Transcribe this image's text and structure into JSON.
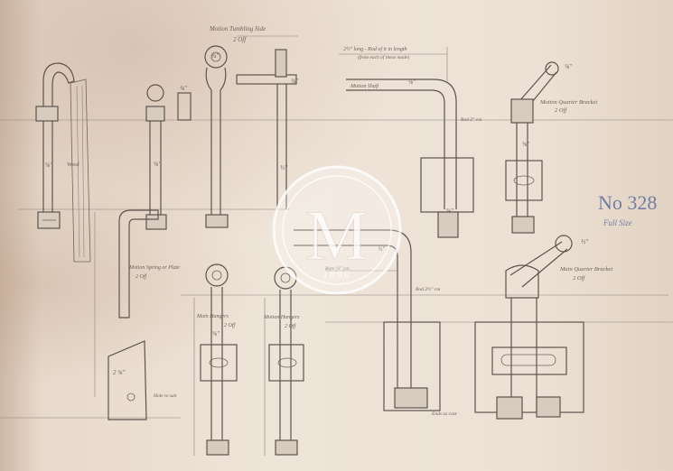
{
  "drawing": {
    "number": "No 328",
    "scale": "Full Size",
    "labels": {
      "tumbling_side": "Motion Tumbling Side",
      "tumbling_side_count": "2 Off",
      "lg_pm": "2½\" long - Rod of it in length",
      "lg_pm_sub": "(from each of these made)",
      "motion_shaft": "Motion Shaft",
      "motion_quarter_bracket": "Motion Quarter Bracket",
      "motion_quarter_bracket_count": "2 Off",
      "wood": "Wood",
      "motion_spring_or_plate": "Motion Spring or Plate",
      "motion_spring_count": "2 Off",
      "main_quarter_bracket": "Main Quarter Bracket",
      "main_quarter_bracket_count": "2 Off",
      "main_hangers": "Main Hangers",
      "main_hangers_count": "2 Off",
      "motion_hangers": "Motion Hangers",
      "motion_hangers_count": "2 Off",
      "dim_2_5": "2 ⅝\"",
      "bore_note": "Bore ½\" cm",
      "rod_2": "Rod 2\" cm",
      "rod_2_5": "Rod 2½\" cm",
      "hole_note": "Hole to suit",
      "end_note": "Ends as cast"
    },
    "dims": {
      "d1": "⅝\"",
      "d2": "⅝\"",
      "d3": "¾\"",
      "d4": "⅜\"",
      "d5": "¾\"",
      "d6": "½\"",
      "d7": "⅝\"",
      "d8": "⅝\"",
      "d9": "⅝\"",
      "d10": "⅝\"",
      "d11": "¾\"",
      "d12": "⅝\"",
      "d13": "½\""
    }
  },
  "watermark": {
    "letter": "M",
    "year": "1890"
  }
}
